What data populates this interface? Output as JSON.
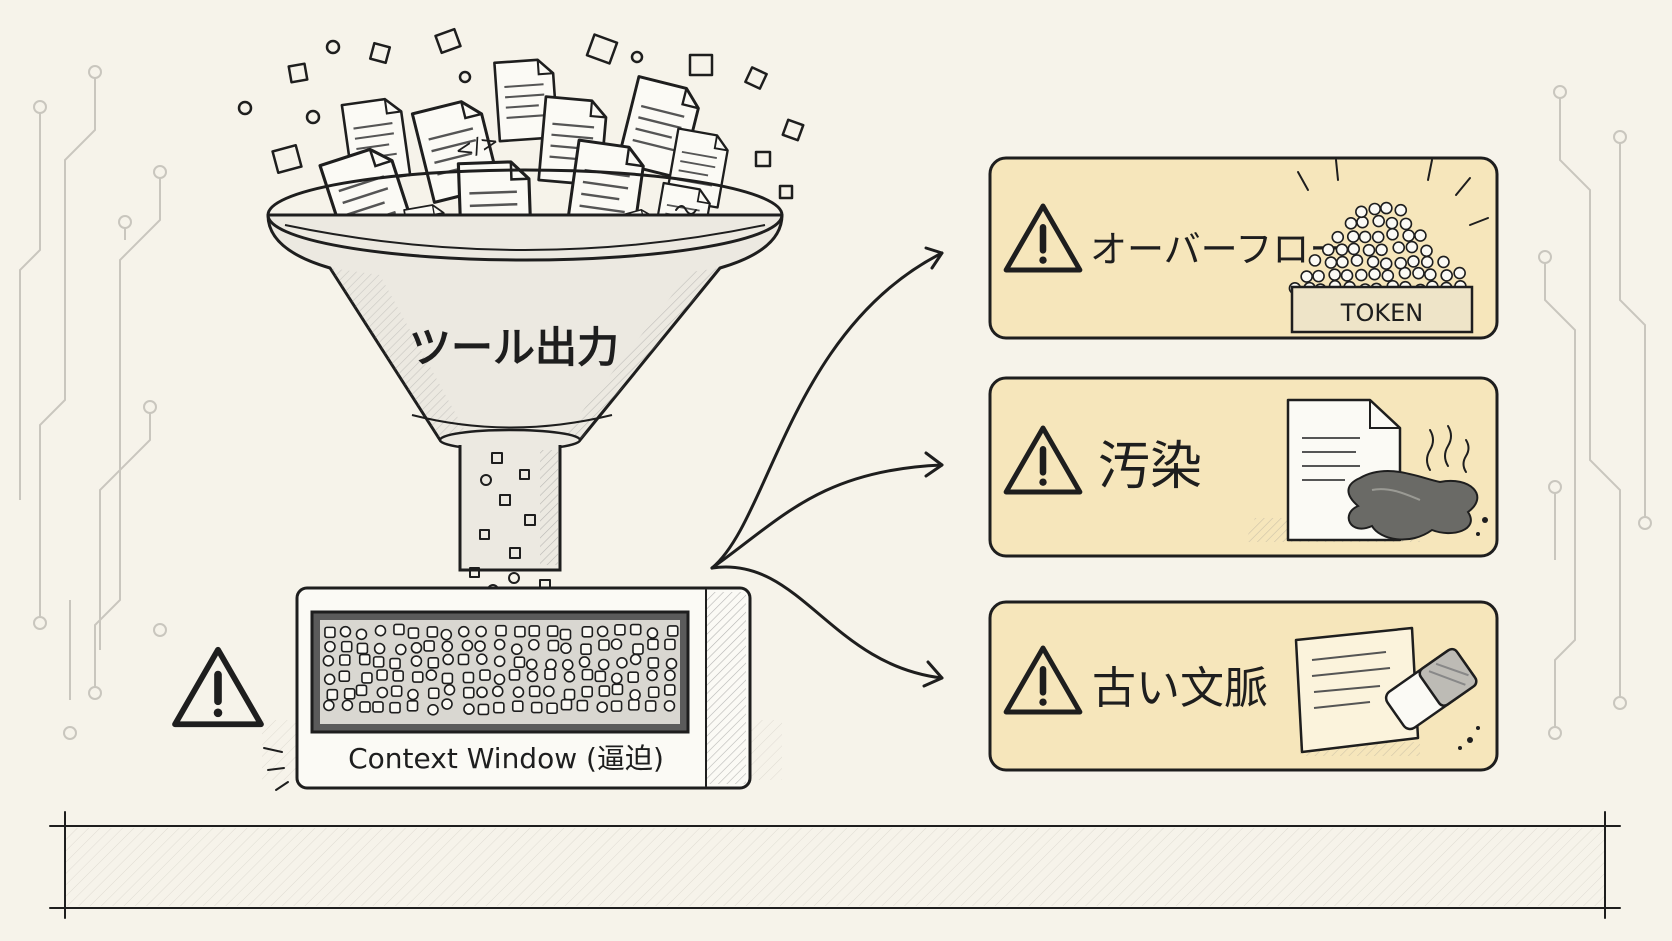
{
  "funnel": {
    "label": "ツール出力"
  },
  "context_window": {
    "label": "Context Window (逼迫)"
  },
  "risks": [
    {
      "label": "オーバーフロー",
      "icon": "warning-icon",
      "illustration": "token-overflow",
      "sub_label": "TOKEN"
    },
    {
      "label": "汚染",
      "icon": "warning-icon",
      "illustration": "stained-document"
    },
    {
      "label": "古い文脈",
      "icon": "warning-icon",
      "illustration": "note-with-eraser"
    }
  ],
  "colors": {
    "background": "#f6f3ea",
    "ink": "#1e1e1e",
    "card": "#f6e6bb",
    "circuit": "#c9c6be"
  }
}
